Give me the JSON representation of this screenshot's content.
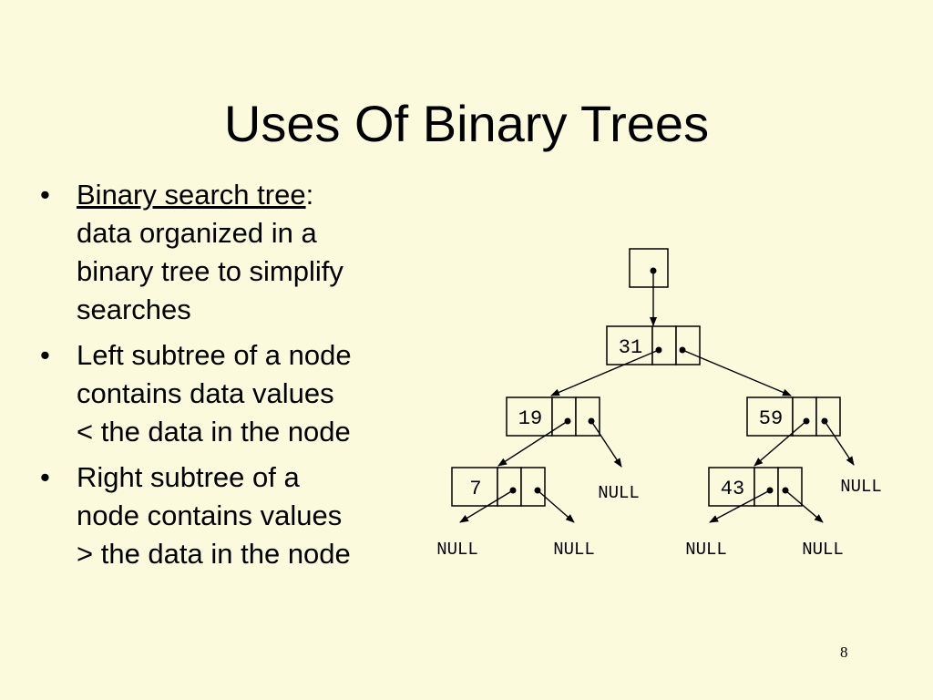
{
  "slide": {
    "title": "Uses Of Binary Trees",
    "page_number": "8"
  },
  "bullets": [
    {
      "term": "Binary search tree",
      "term_suffix": ":",
      "lines": [
        "data organized in a",
        "binary tree to simplify",
        "searches"
      ]
    },
    {
      "lines": [
        "Left subtree of a node",
        "contains data values",
        "< the data in the node"
      ]
    },
    {
      "lines": [
        "Right subtree of a",
        "node contains values",
        "> the data in the node"
      ]
    }
  ],
  "tree": {
    "nodes": [
      "31",
      "19",
      "59",
      "7",
      "43"
    ],
    "null_labels": [
      "NULL",
      "NULL",
      "NULL",
      "NULL",
      "NULL",
      "NULL"
    ]
  }
}
